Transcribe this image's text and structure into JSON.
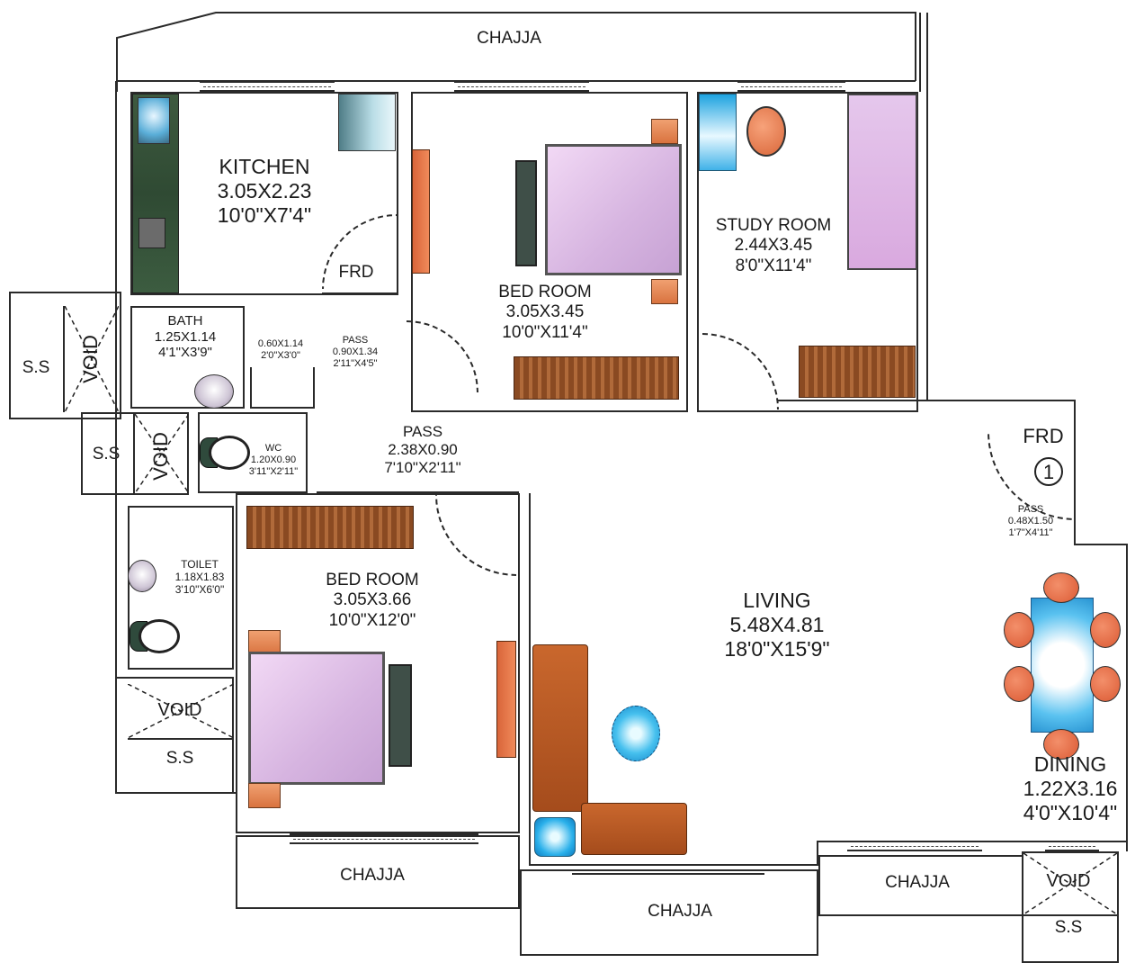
{
  "plan": {
    "type": "residential-floor-plan",
    "units": [
      "metres",
      "feet-inches"
    ]
  },
  "rooms": {
    "chajja_top": {
      "name": "CHAJJA"
    },
    "kitchen": {
      "name": "KITCHEN",
      "metric": "3.05X2.23",
      "imperial": "10'0\"X7'4\""
    },
    "frd_kitchen": {
      "name": "FRD"
    },
    "bedroom_top": {
      "name": "BED ROOM",
      "metric": "3.05X3.45",
      "imperial": "10'0\"X11'4\""
    },
    "study": {
      "name": "STUDY ROOM",
      "metric": "2.44X3.45",
      "imperial": "8'0\"X11'4\""
    },
    "ss_top_left": {
      "name": "S.S"
    },
    "void_top_left": {
      "name": "VOID"
    },
    "bath": {
      "name": "BATH",
      "metric": "1.25X1.14",
      "imperial": "4'1\"X3'9\""
    },
    "niche": {
      "metric": "0.60X1.14",
      "imperial": "2'0\"X3'0\""
    },
    "pass_small": {
      "name": "PASS",
      "metric": "0.90X1.34",
      "imperial": "2'11\"X4'5\""
    },
    "ss_mid_left": {
      "name": "S.S"
    },
    "void_mid_left": {
      "name": "VOID"
    },
    "wc": {
      "name": "WC",
      "metric": "1.20X0.90",
      "imperial": "3'11\"X2'11\""
    },
    "pass_main": {
      "name": "PASS",
      "metric": "2.38X0.90",
      "imperial": "7'10\"X2'11\""
    },
    "frd_entry": {
      "name": "FRD",
      "number": "1"
    },
    "pass_entry": {
      "name": "PASS",
      "metric": "0.48X1.50",
      "imperial": "1'7\"X4'11\""
    },
    "toilet": {
      "name": "TOILET",
      "metric": "1.18X1.83",
      "imperial": "3'10\"X6'0\""
    },
    "bedroom_bottom": {
      "name": "BED ROOM",
      "metric": "3.05X3.66",
      "imperial": "10'0\"X12'0\""
    },
    "living": {
      "name": "LIVING",
      "metric": "5.48X4.81",
      "imperial": "18'0\"X15'9\""
    },
    "dining": {
      "name": "DINING",
      "metric": "1.22X3.16",
      "imperial": "4'0\"X10'4\""
    },
    "void_bottom_left": {
      "name": "VOID"
    },
    "ss_bottom_left": {
      "name": "S.S"
    },
    "chajja_bottom_left": {
      "name": "CHAJJA"
    },
    "chajja_bottom_mid": {
      "name": "CHAJJA"
    },
    "chajja_bottom_right": {
      "name": "CHAJJA"
    },
    "void_bottom_right": {
      "name": "VOID"
    },
    "ss_bottom_right": {
      "name": "S.S"
    }
  },
  "colors": {
    "wall": "#2a2a2a",
    "bed": "#d6b4e0",
    "wood": "#8a4a22",
    "sofa": "#b0541f",
    "accent_blue": "#2a95d3",
    "counter_green": "#2f4a33"
  }
}
